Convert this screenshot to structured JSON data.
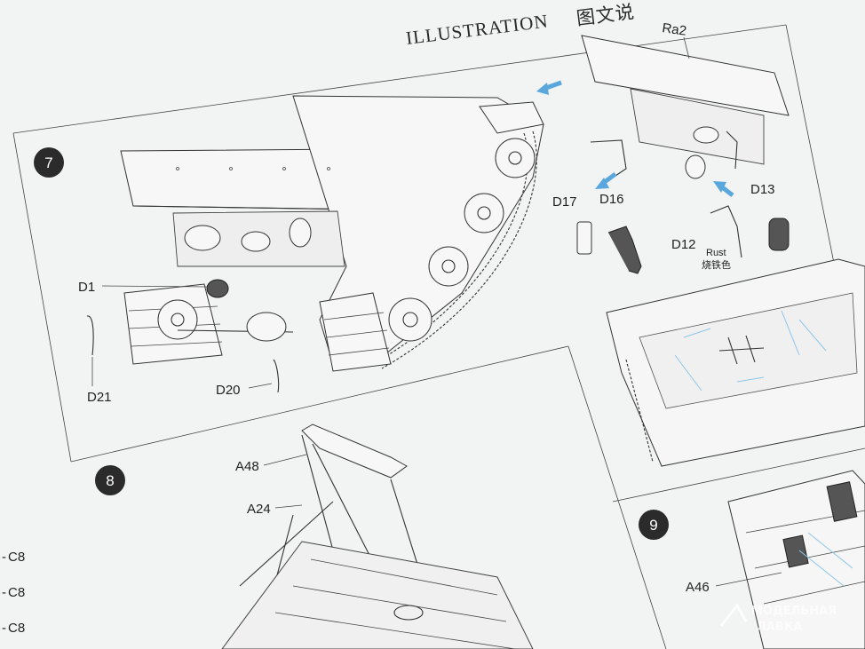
{
  "header": {
    "title": "ILLUSTRATION",
    "title_cjk": "图文说"
  },
  "steps": [
    {
      "number": "7"
    },
    {
      "number": "8"
    },
    {
      "number": "9"
    }
  ],
  "step7": {
    "parts": {
      "ra2": "Ra2",
      "d17": "D17",
      "d16": "D16",
      "d13": "D13",
      "d12": "D12",
      "d1": "D1",
      "d21": "D21",
      "d20": "D20"
    },
    "color_note": {
      "en": "Rust",
      "cn": "烧铁色"
    }
  },
  "step8": {
    "parts": {
      "a48": "A48",
      "a24": "A24"
    }
  },
  "step9": {
    "parts": {
      "a46": "A46"
    }
  },
  "left_page": {
    "refs": [
      "C8",
      "C8",
      "C8"
    ]
  },
  "watermark": {
    "line1": "МОДЕЛЬНАЯ",
    "line2": "ЛАВКА"
  },
  "colors": {
    "paper": "#f4f5f5",
    "ink": "#222222",
    "guide_arrow": "#5aa7dd",
    "step_badge": "#2b2b2b"
  }
}
